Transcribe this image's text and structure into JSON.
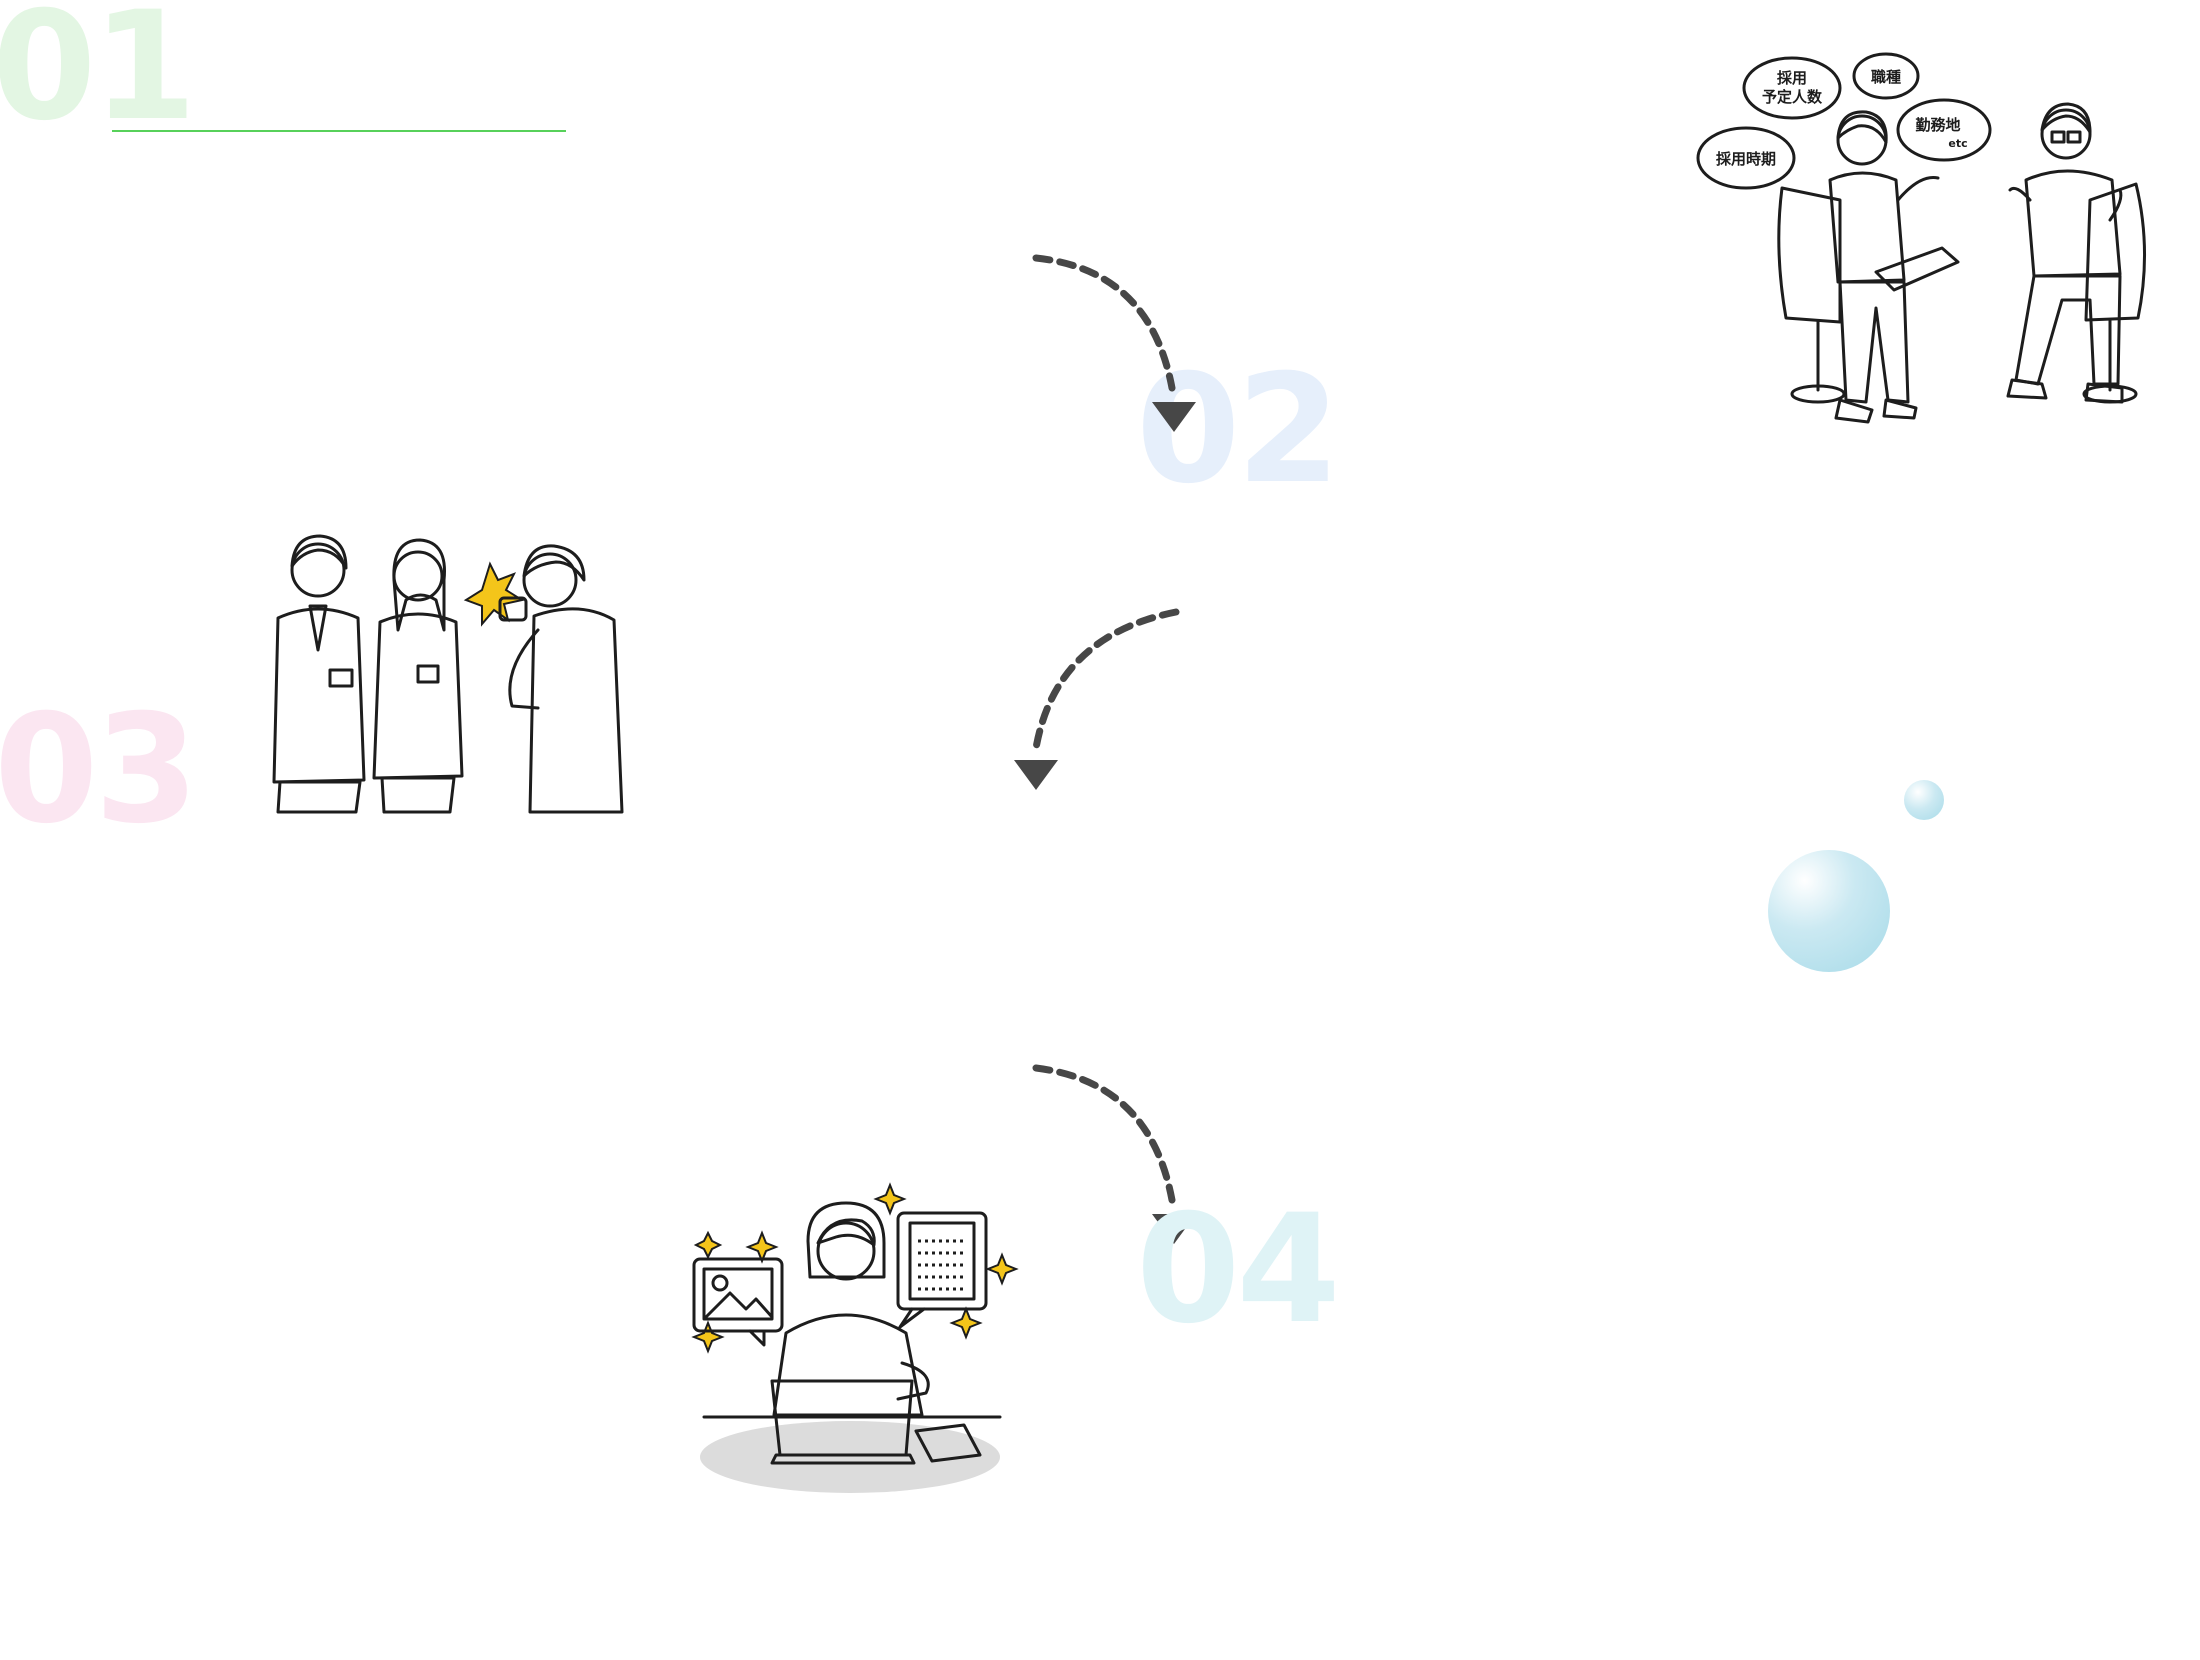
{
  "steps": [
    {
      "number": "01",
      "color": "#e3f6e3"
    },
    {
      "number": "02",
      "color": "#e6effb"
    },
    {
      "number": "03",
      "color": "#fbe6f1"
    },
    {
      "number": "04",
      "color": "#dff3f6"
    }
  ],
  "accent_line_color": "#57d15a",
  "arrow_color": "#474747",
  "consultation": {
    "bubbles": [
      {
        "line1": "採用",
        "line2": "予定人数"
      },
      {
        "line1": "職種",
        "line2": ""
      },
      {
        "line1": "勤務地",
        "line2": "etc"
      },
      {
        "line1": "採用時期",
        "line2": ""
      }
    ]
  },
  "decor": {
    "bubble_color": "#a6dae8"
  }
}
